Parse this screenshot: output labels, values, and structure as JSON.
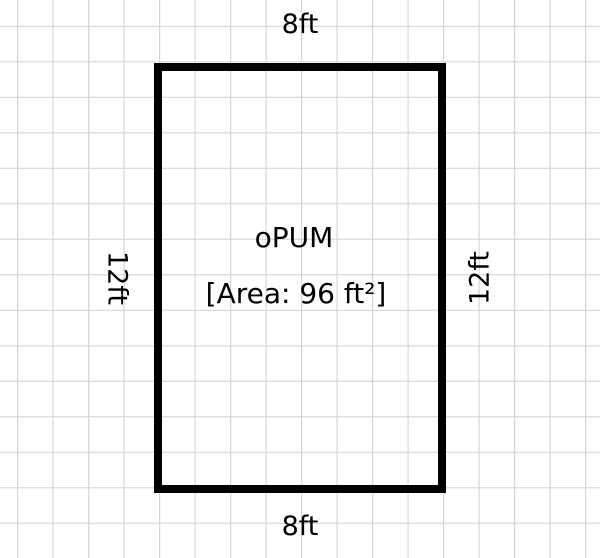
{
  "diagram": {
    "type": "floor-plan-room",
    "room_name": "oPUM",
    "area_label": "[Area: 96 ft²]",
    "dimensions": {
      "top": "8ft",
      "bottom": "8ft",
      "left": "12ft",
      "right": "12ft"
    },
    "width_ft": 8,
    "length_ft": 12,
    "area_sqft": 96,
    "colors": {
      "background": "#ffffff",
      "grid_line": "#d4d4dc",
      "outline": "#000000",
      "text": "#000000"
    }
  }
}
